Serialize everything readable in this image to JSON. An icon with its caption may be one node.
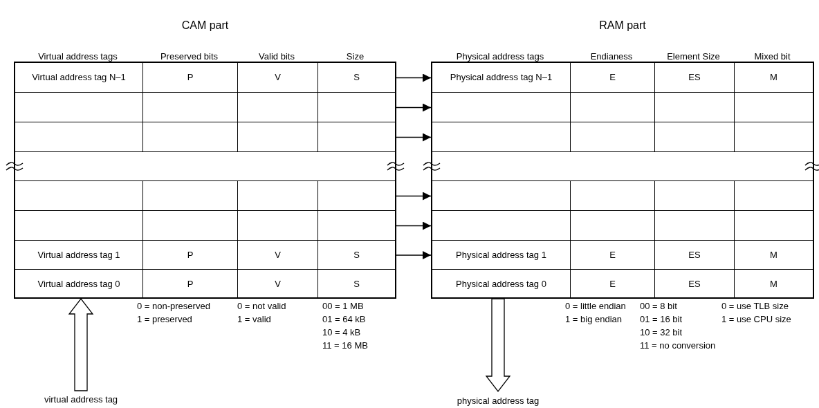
{
  "diagram": {
    "nodes": [
      {
        "text": [
          "CAM part",
          "Virtual address tags",
          "Preserved bits",
          "Valid bits",
          "Size"
        ]
      },
      {
        "text": [
          "Virtual address tag N–1",
          "P",
          "V",
          "S"
        ],
        "in": 0
      },
      {
        "text": [],
        "shape": "box",
        "in": 0
      },
      {
        "text": [],
        "shape": "box",
        "in": 0
      },
      {
        "text": [],
        "shape": "box",
        "in": 0
      },
      {
        "text": [],
        "shape": "box",
        "in": 0
      },
      {
        "text": [
          "Virtual address tag 1",
          "P",
          "V",
          "S"
        ],
        "in": 0
      },
      {
        "text": [
          "Virtual address tag 0",
          "P",
          "V",
          "S"
        ],
        "in": 0
      },
      {
        "text": [
          "RAM part",
          "Physical address tags",
          "Endianess",
          "Element Size",
          "Mixed bit"
        ]
      },
      {
        "text": [
          "Physical address tag N–1",
          "E",
          "ES",
          "M"
        ],
        "in": 8
      },
      {
        "text": [],
        "shape": "box",
        "in": 8
      },
      {
        "text": [],
        "shape": "box",
        "in": 8
      },
      {
        "text": [],
        "shape": "box",
        "in": 8
      },
      {
        "text": [],
        "shape": "box",
        "in": 8
      },
      {
        "text": [
          "Physical address tag 1",
          "E",
          "ES",
          "M"
        ],
        "in": 8
      },
      {
        "text": [
          "Physical address tag 0",
          "E",
          "ES",
          "M"
        ],
        "in": 8
      },
      {
        "text": [
          "virtual address tag"
        ]
      },
      {
        "text": [
          "physical address tag"
        ]
      }
    ],
    "edges": [
      {
        "from": 1,
        "to": 9,
        "arrow": "to"
      },
      {
        "from": 2,
        "to": 10,
        "arrow": "to"
      },
      {
        "from": 3,
        "to": 11,
        "arrow": "to"
      },
      {
        "from": 4,
        "to": 12,
        "arrow": "to"
      },
      {
        "from": 5,
        "to": 13,
        "arrow": "to"
      },
      {
        "from": 6,
        "to": 14,
        "arrow": "to"
      },
      {
        "from": 16,
        "to": 0,
        "arrow": "to",
        "style": "thick"
      },
      {
        "from": 8,
        "to": 17,
        "arrow": "to",
        "style": "thick"
      }
    ],
    "labels": [
      "0 = non-preserved",
      "1 = preserved",
      "0 = not valid",
      "1 = valid",
      "00 = 1 MB",
      "01 = 64 kB",
      "10 = 4 kB",
      "11 = 16 MB",
      "0 = little endian",
      "1 = big endian",
      "00 = 8 bit",
      "01 = 16 bit",
      "10 = 32 bit",
      "11 = no conversion",
      "0 = use TLB size",
      "1 = use CPU size"
    ]
  }
}
